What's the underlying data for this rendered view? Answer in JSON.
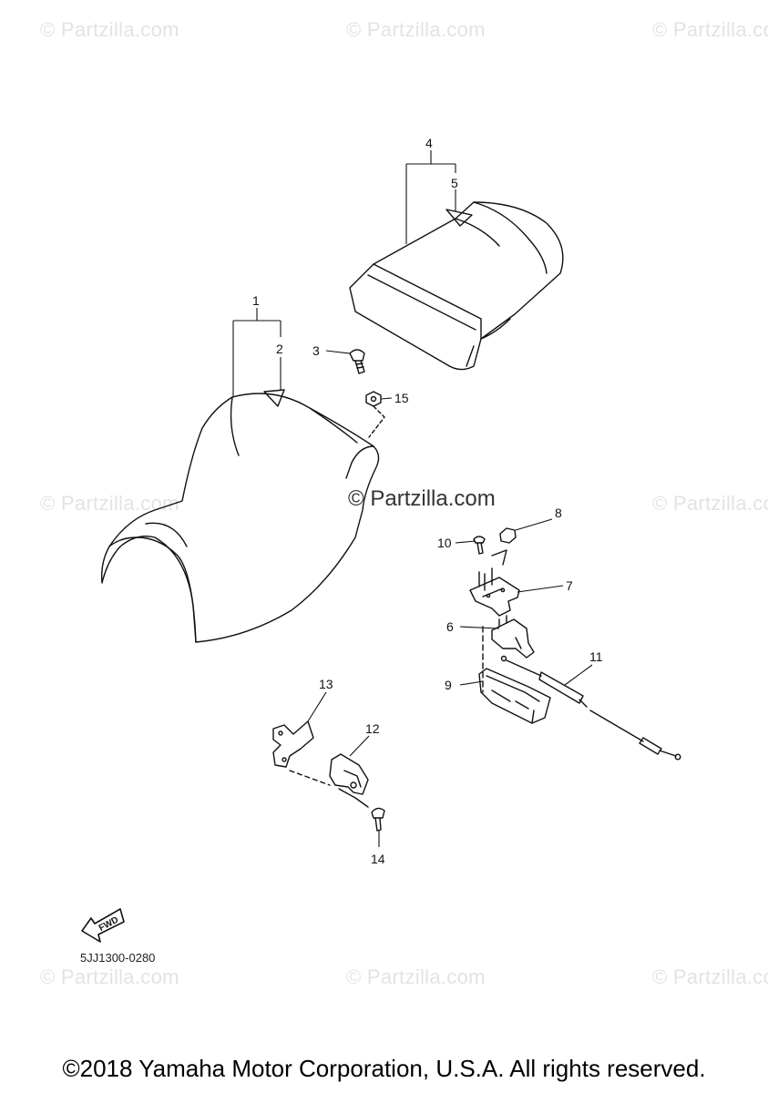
{
  "watermark": {
    "text": "© Partzilla.com",
    "center_text": "© Partzilla.com"
  },
  "diagram": {
    "callouts": [
      "1",
      "2",
      "3",
      "4",
      "5",
      "6",
      "7",
      "8",
      "9",
      "10",
      "11",
      "12",
      "13",
      "14",
      "15"
    ],
    "fwd_label": "FWD",
    "reference_code": "5JJ1300-0280"
  },
  "footer": {
    "copyright": "©2018 Yamaha Motor Corporation, U.S.A. All rights reserved."
  },
  "colors": {
    "line": "#111111",
    "watermark": "#e3e3e3",
    "background": "#ffffff"
  }
}
